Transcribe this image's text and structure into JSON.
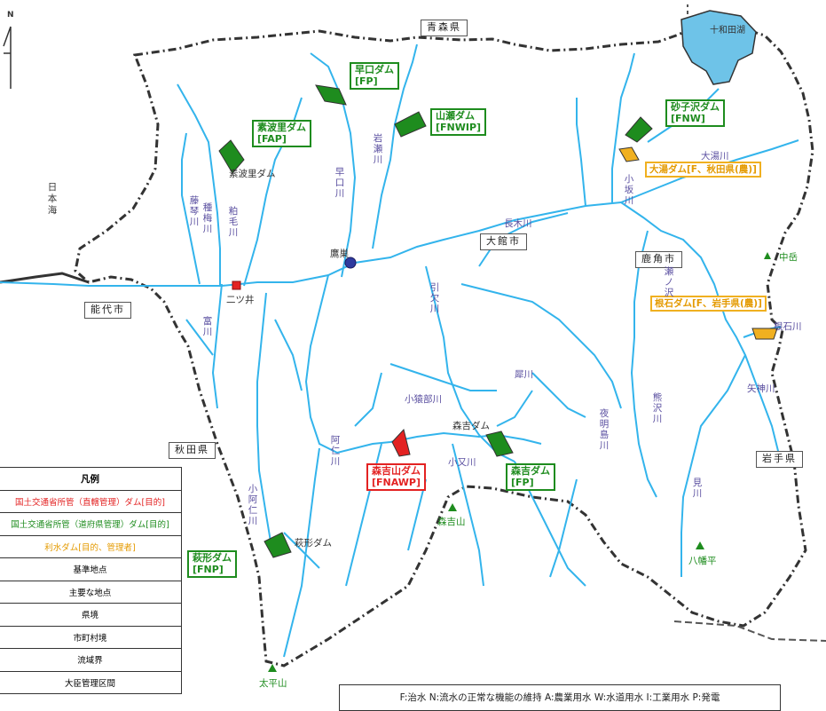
{
  "compass": {
    "north": "N"
  },
  "prefectures": {
    "aomori": "青森県",
    "akita": "秋田県",
    "iwate": "岩手県"
  },
  "cities": {
    "odate": "大館市",
    "noshiro": "能代市",
    "kazuno": "鹿角市"
  },
  "sea": "日本海",
  "lake": "十和田湖",
  "points": {
    "takasu": "鷹巣",
    "futatsui": "二ツ井"
  },
  "mountains": {
    "nakadake": "中岳",
    "moriyoshi": "森吉山",
    "taiheizan": "太平山",
    "hachimantai": "八幡平"
  },
  "dams": {
    "hayaguchi": {
      "name": "早口ダム",
      "purpose": "[FP]"
    },
    "yamase": {
      "name": "山瀬ダム",
      "purpose": "[FNWIP]"
    },
    "sunakozawa": {
      "name": "砂子沢ダム",
      "purpose": "[FNW]"
    },
    "mitsukuri": {
      "name": "素波里ダム",
      "purpose": "[FAP]"
    },
    "moriyoshizan": {
      "name": "森吉山ダム",
      "purpose": "[FNAWP]"
    },
    "moriyoshi": {
      "name": "森吉ダム",
      "purpose": "[FP]"
    },
    "hagigata": {
      "name": "萩形ダム",
      "purpose": "[FNP]"
    },
    "ohyu": {
      "label": "大湯ダム[F、秋田県(農)]"
    },
    "neishi": {
      "label": "根石ダム[F、岩手県(農)]"
    }
  },
  "dam_map_labels": {
    "suhari": "素波里ダム",
    "moriyoshi": "森吉ダム",
    "hagigata": "萩形ダム"
  },
  "rivers": {
    "fujikoto": "藤琴川",
    "tanenashi": "種梅川",
    "awage": "粕毛川",
    "hayaguchi": "早口川",
    "iwase": "岩瀬川",
    "nagaki": "長木川",
    "kosaka": "小坂川",
    "seinozawa": "瀬ノ沢",
    "ohyu": "大湯川",
    "hikiketsu": "引欠川",
    "shimizu": "犀川",
    "kosaruobe": "小猿部川",
    "ani": "阿仁川",
    "komata": "小又川",
    "koani": "小阿仁川",
    "yoakeshima": "夜明島川",
    "kumazawa": "熊沢川",
    "yagami": "矢神川",
    "neishi": "根石川",
    "mijin": "見川",
    "tomi": "富川"
  },
  "legend": {
    "title": "凡例",
    "items": [
      "国土交通省所管（直轄管理）ダム[目的]",
      "国土交通省所管（道府県管理）ダム[目的]",
      "利水ダム[目的、管理者]",
      "基準地点",
      "主要な地点",
      "県境",
      "市町村境",
      "流域界",
      "大臣管理区間"
    ]
  },
  "purpose_note": "F:治水 N:流水の正常な機能の維持 A:農業用水 W:水道用水 I:工業用水 P:発電",
  "colors": {
    "river": "#33b4ec",
    "lake": "#6ec3e8",
    "dam_mlit": "#e32222",
    "dam_pref": "#1e8c1e",
    "dam_util": "#f0b020",
    "ref_point": "#2e3a9e"
  }
}
